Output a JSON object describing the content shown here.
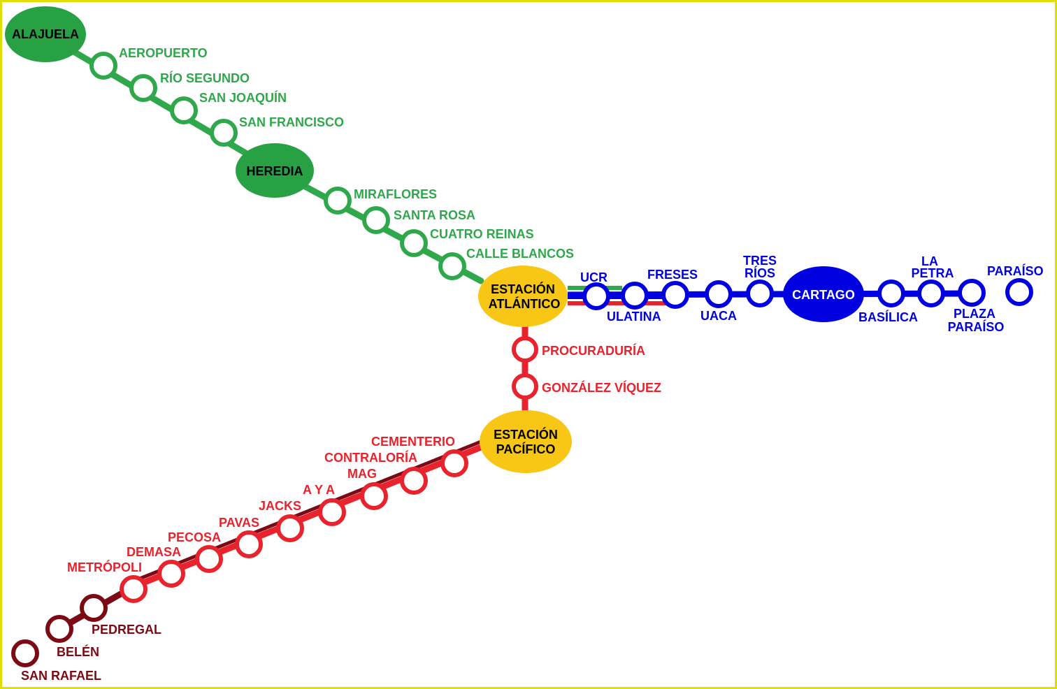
{
  "colors": {
    "green": "#2ea84a",
    "green_hub": "#27a143",
    "blue": "#0000e0",
    "red": "#e8232d",
    "dark_red": "#7b0a14",
    "yellow": "#f8c614",
    "frame": "#e0e000"
  },
  "hubs": {
    "alajuela": "ALAJUELA",
    "heredia": "HEREDIA",
    "atlantico_1": "ESTACIÓN",
    "atlantico_2": "ATLÁNTICO",
    "pacifico_1": "ESTACIÓN",
    "pacifico_2": "PACÍFICO",
    "cartago": "CARTAGO"
  },
  "green_line": {
    "stations": [
      "AEROPUERTO",
      "RÍO SEGUNDO",
      "SAN JOAQUÍN",
      "SAN FRANCISCO",
      "MIRAFLORES",
      "SANTA ROSA",
      "CUATRO REINAS",
      "CALLE BLANCOS"
    ]
  },
  "blue_line": {
    "stations": [
      "UCR",
      "ULATINA",
      "FRESES",
      "UACA",
      "TRES",
      "RÍOS",
      "BASÍLICA",
      "LA",
      "PETRA",
      "PLAZA",
      "PARAÍSO",
      "PARAÍSO"
    ]
  },
  "red_line": {
    "stations": [
      "PROCURADURÍA",
      "GONZÁLEZ VÍQUEZ",
      "CEMENTERIO",
      "CONTRALORÍA",
      "MAG",
      "A Y A",
      "JACKS",
      "PAVAS",
      "PECOSA",
      "DEMASA",
      "METRÓPOLI"
    ]
  },
  "dark_red_line": {
    "stations": [
      "PEDREGAL",
      "BELÉN",
      "SAN RAFAEL"
    ]
  }
}
